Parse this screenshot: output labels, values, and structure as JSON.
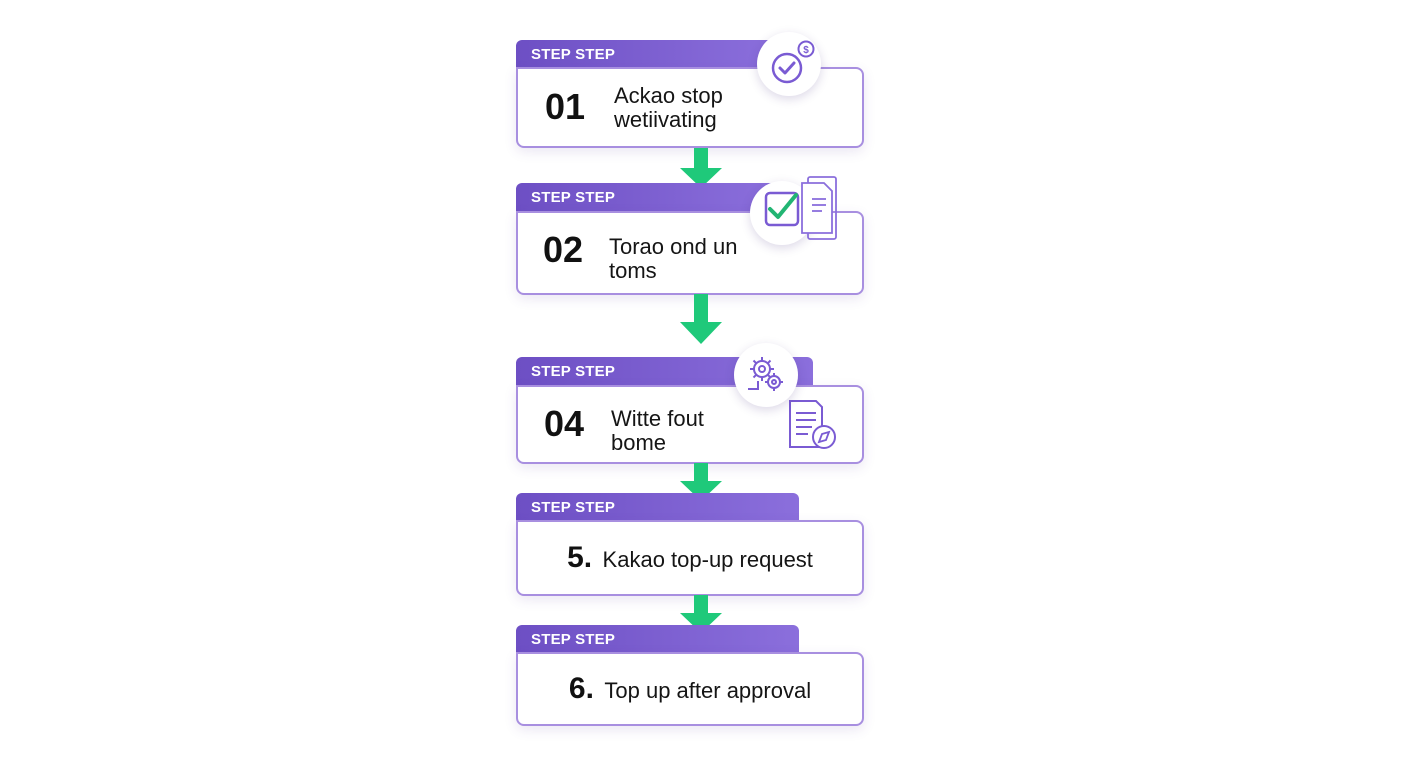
{
  "steps": [
    {
      "tab": "STEP STEP",
      "number": "01",
      "line1": "Ackao stop",
      "line2": "wetiivating"
    },
    {
      "tab": "STEP STEP",
      "number": "02",
      "line1": "Torao ond un",
      "line2": "toms"
    },
    {
      "tab": "STEP STEP",
      "number": "04",
      "line1": "Witte fout",
      "line2": "bome"
    },
    {
      "tab": "STEP STEP",
      "number": "5.",
      "text": "Kakao top-up request"
    },
    {
      "tab": "STEP STEP",
      "number": "6.",
      "text": "Top up after approval"
    }
  ],
  "icons": [
    "check-coin-icon",
    "checklist-document-icon",
    "gears-icon",
    "document-compass-icon"
  ],
  "colors": {
    "tab": "#7a5bd3",
    "border": "#a88fe0",
    "arrow": "#1fc97a",
    "icon": "#7a5bd3",
    "check": "#22b573"
  }
}
